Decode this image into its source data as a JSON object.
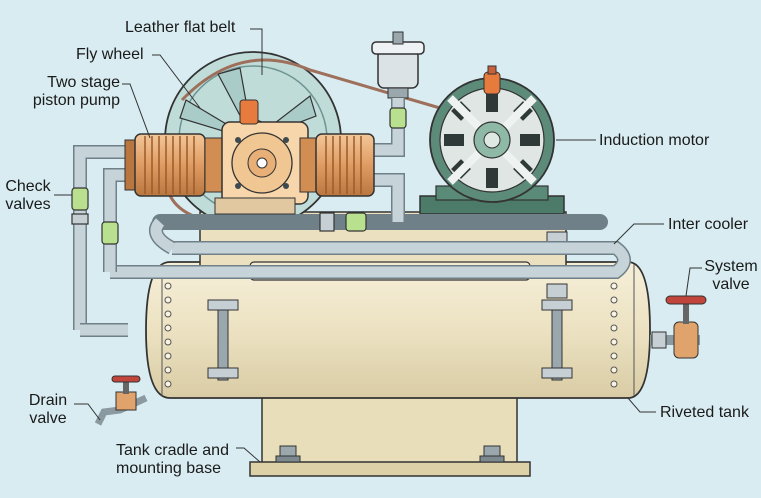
{
  "labels": {
    "leather_flat_belt": "Leather flat belt",
    "fly_wheel": "Fly wheel",
    "two_stage_line1": "Two stage",
    "two_stage_line2": "piston pump",
    "check_line1": "Check",
    "check_line2": "valves",
    "drain_line1": "Drain",
    "drain_line2": "valve",
    "cradle_line1": "Tank cradle and",
    "cradle_line2": "mounting base",
    "induction_motor": "Induction motor",
    "inter_cooler": "Inter cooler",
    "system_line1": "System",
    "system_line2": "valve",
    "riveted_tank": "Riveted tank"
  },
  "colors": {
    "background": "#d8ecf1",
    "tank": "#efe6c9",
    "pipe": "#c9d6dc",
    "copper": "#e0a36c",
    "motor": "#4c7b6a",
    "flywheel": "#b3d6d3",
    "belt": "#9e6f5a",
    "valve_handle": "#c2453b"
  }
}
